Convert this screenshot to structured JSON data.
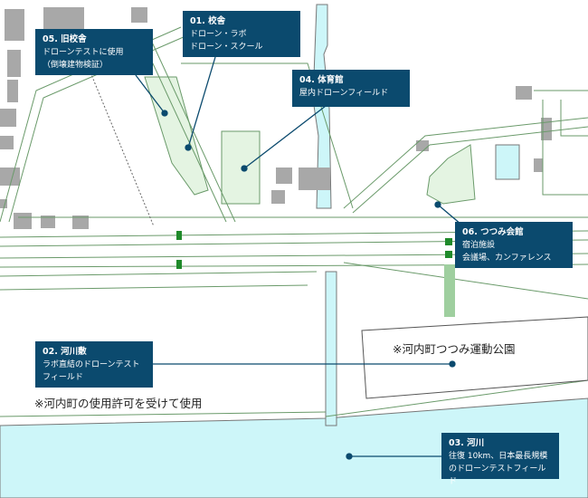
{
  "colors": {
    "callout": "#0b4a6e",
    "water": "#cdf6f9",
    "road": "#6a9a6a",
    "building": "#a8a8a8",
    "facility": "#e4f4e2",
    "crossing": "#1f8a2a"
  },
  "callouts": [
    {
      "id": "05",
      "title": "05. 旧校舎",
      "lines": [
        "ドローンテストに使用",
        "（倒壊建物検証）"
      ]
    },
    {
      "id": "01",
      "title": "01. 校舎",
      "lines": [
        "ドローン・ラボ",
        "ドローン・スクール"
      ]
    },
    {
      "id": "04",
      "title": "04. 体育館",
      "lines": [
        "屋内ドローンフィールド"
      ]
    },
    {
      "id": "06",
      "title": "06. つつみ会館",
      "lines": [
        "宿泊施設",
        "会議場、カンファレンス"
      ]
    },
    {
      "id": "02",
      "title": "02. 河川敷",
      "lines": [
        "ラボ直結のドローンテスト",
        "フィールド"
      ]
    },
    {
      "id": "03",
      "title": "03. 河川",
      "lines": [
        "往復 10km、日本最長規模",
        "のドローンテストフィールド"
      ]
    }
  ],
  "notes": {
    "park": "※河内町つつみ運動公園",
    "permission": "※河内町の使用許可を受けて使用"
  }
}
